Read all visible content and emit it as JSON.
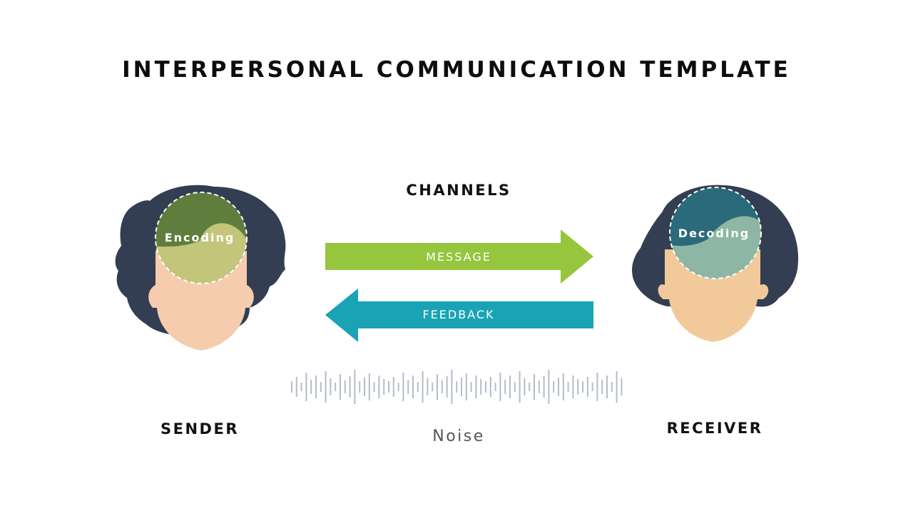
{
  "title": "INTERPERSONAL COMMUNICATION TEMPLATE",
  "channels_label": "CHANNELS",
  "message_label": "MESSAGE",
  "feedback_label": "FEEDBACK",
  "sender": {
    "label": "SENDER",
    "bubble_label": "Encoding"
  },
  "receiver": {
    "label": "RECEIVER",
    "bubble_label": "Decoding"
  },
  "noise_label": "Noise",
  "colors": {
    "hair": "#333e52",
    "skin_sender": "#f6ccae",
    "skin_receiver": "#f2c99a",
    "encoding_top": "#5f7e3e",
    "encoding_bottom": "#c3c57a",
    "decoding_top": "#2a6a7a",
    "decoding_bottom": "#8db7a4",
    "message_arrow": "#95c63e",
    "feedback_arrow": "#1aa3b5",
    "noise_lines": "#b4bcc8"
  }
}
